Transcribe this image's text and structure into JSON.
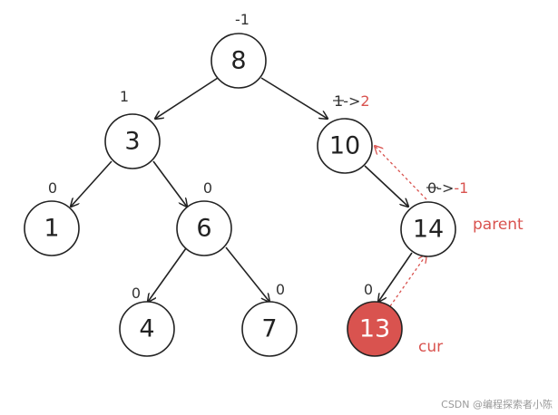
{
  "diagram": {
    "colors": {
      "node_fill": "#ffffff",
      "node_stroke": "#222222",
      "cur_fill": "#d9534f",
      "edge": "#222222",
      "highlight": "#d9534f"
    },
    "nodes": {
      "n8": {
        "label": "8",
        "balance": "-1"
      },
      "n3": {
        "label": "3",
        "balance": "1"
      },
      "n10": {
        "label": "10",
        "balance_old": "1",
        "arrow": "->",
        "balance_new": "2"
      },
      "n1": {
        "label": "1",
        "balance": "0"
      },
      "n6": {
        "label": "6",
        "balance": "0"
      },
      "n14": {
        "label": "14",
        "balance_old": "0",
        "arrow": "->",
        "balance_new": "-1"
      },
      "n4": {
        "label": "4",
        "balance": "0"
      },
      "n7": {
        "label": "7",
        "balance": "0"
      },
      "n13": {
        "label": "13",
        "balance": "0"
      }
    },
    "tags": {
      "parent": "parent",
      "cur": "cur"
    },
    "watermark": "CSDN @编程探索者小陈"
  }
}
